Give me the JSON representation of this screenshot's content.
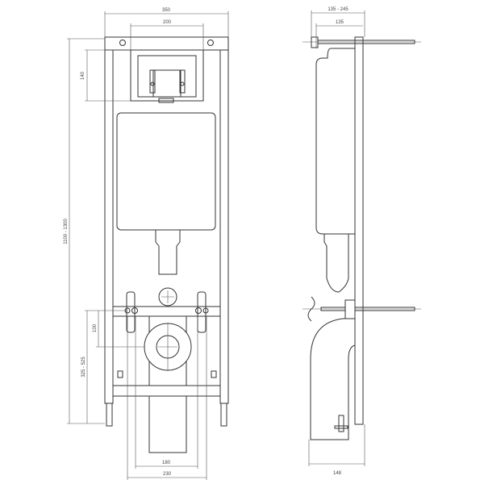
{
  "drawing": {
    "front_view": {
      "dimensions": {
        "overall_width": "350",
        "plate_width": "200",
        "plate_height": "140",
        "total_height": "1100 - 1300",
        "bowl_axis_offset": "100",
        "bowl_axis_height": "325 - 525",
        "bolt_spacing_inner": "180",
        "bolt_spacing_outer": "230"
      }
    },
    "side_view": {
      "dimensions": {
        "depth_range": "135 - 245",
        "depth": "135",
        "bottom_depth": "148"
      }
    },
    "line_color": "#333333"
  }
}
